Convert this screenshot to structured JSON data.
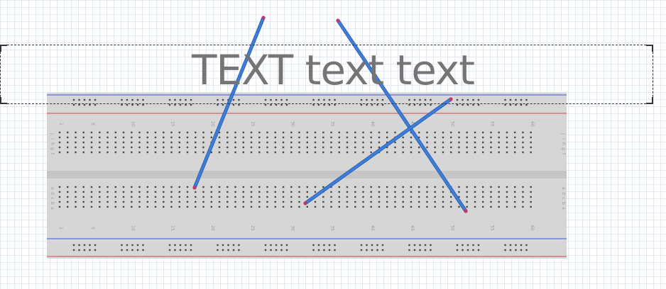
{
  "text_box": {
    "label": "TEXT text text"
  },
  "breadboard": {
    "columns": 60,
    "rows": [
      "a",
      "b",
      "c",
      "d",
      "e",
      "f",
      "g",
      "h",
      "i",
      "j"
    ],
    "top_row_letters": [
      "j",
      "i",
      "h",
      "g",
      "f"
    ],
    "bottom_row_letters": [
      "e",
      "d",
      "c",
      "b",
      "a"
    ],
    "column_numbers": [
      "1",
      "5",
      "10",
      "15",
      "20",
      "25",
      "30",
      "35",
      "40",
      "45",
      "50",
      "55",
      "60"
    ],
    "rail_groups": 10,
    "holes_per_group": 5
  },
  "wires": [
    {
      "name": "wire-1"
    },
    {
      "name": "wire-2"
    },
    {
      "name": "wire-3"
    }
  ],
  "colors": {
    "board": "#d6d6d6",
    "board_channel": "#c6c6c6",
    "hole": "#4a4a4a",
    "rail_blue": "#3a5ad8",
    "rail_red": "#d84848",
    "wire": "#3b7dd8",
    "wire_end": "#c0386a",
    "label": "#757575"
  }
}
